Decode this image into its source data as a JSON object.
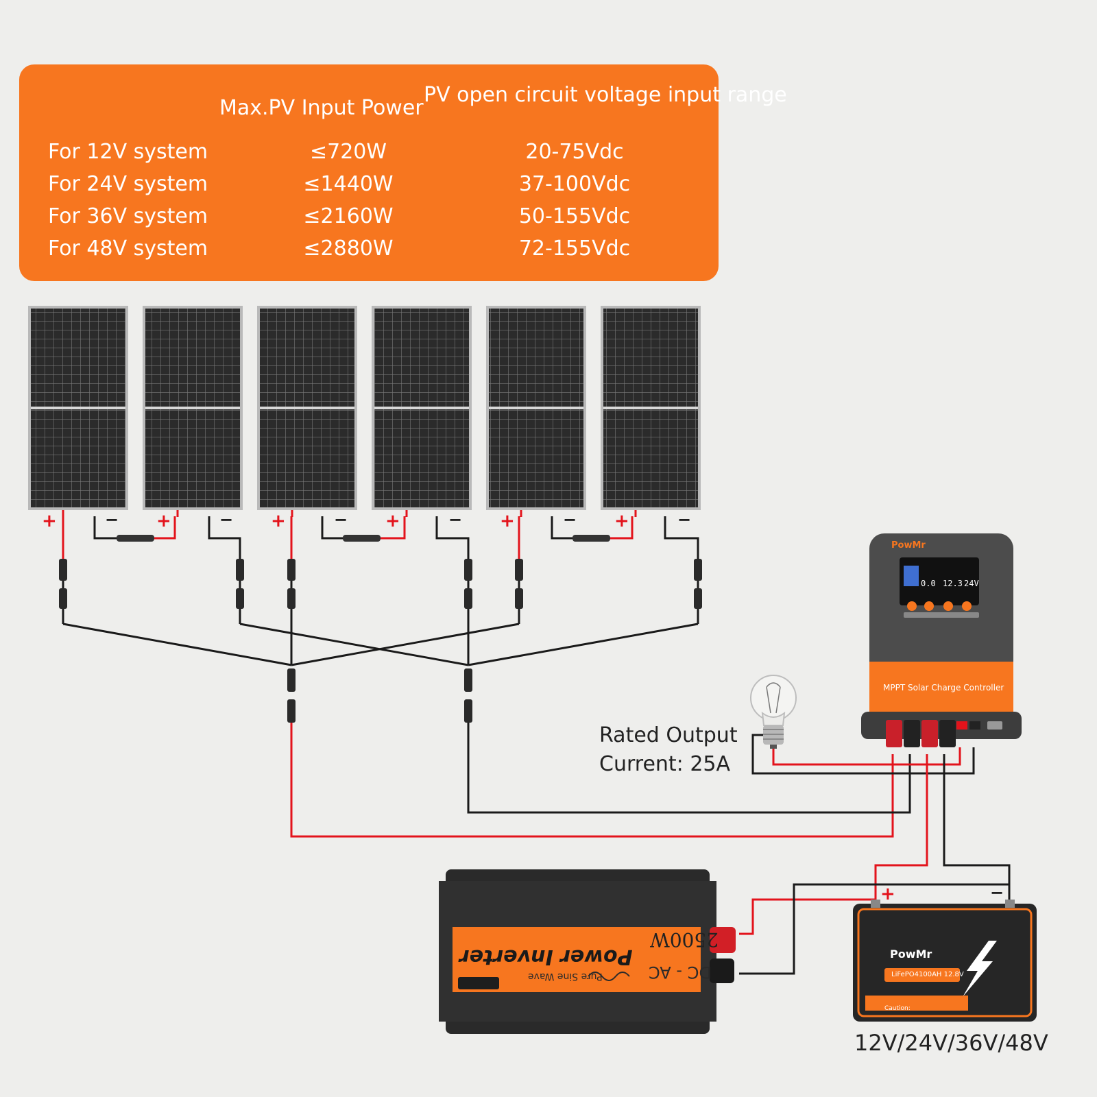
{
  "spec_table": {
    "header_power": "Max.PV Input Power",
    "header_voltage": "PV open circuit voltage input range",
    "rows": [
      {
        "system": "For 12V system",
        "power": "≤720W",
        "voltage": "20-75Vdc"
      },
      {
        "system": "For 24V system",
        "power": "≤1440W",
        "voltage": "37-100Vdc"
      },
      {
        "system": "For 36V system",
        "power": "≤2160W",
        "voltage": "50-155Vdc"
      },
      {
        "system": "For 48V system",
        "power": "≤2880W",
        "voltage": "72-155Vdc"
      }
    ]
  },
  "panels": {
    "count": 6,
    "plus_sign": "+",
    "minus_sign": "−"
  },
  "controller": {
    "brand": "PowMr",
    "label": "MPPT Solar Charge Controller"
  },
  "rated_output": {
    "line1": "Rated Output",
    "line2": "Current: 25A"
  },
  "inverter": {
    "wattage": "2500W",
    "title": "Power Inverter",
    "subtitle": "Pure Sine Wave",
    "type": "DC - AC"
  },
  "battery": {
    "brand": "PowMr",
    "chem": "LiFePO4",
    "spec": "100AH 12.8V",
    "caution": "Caution:",
    "voltage_label": "12V/24V/36V/48V"
  },
  "colors": {
    "orange": "#f7761f",
    "wire_red": "#e3131b",
    "wire_black": "#1a1a1a",
    "panel_frame": "#b9b9b9",
    "panel_cell": "#2a2a2a"
  }
}
